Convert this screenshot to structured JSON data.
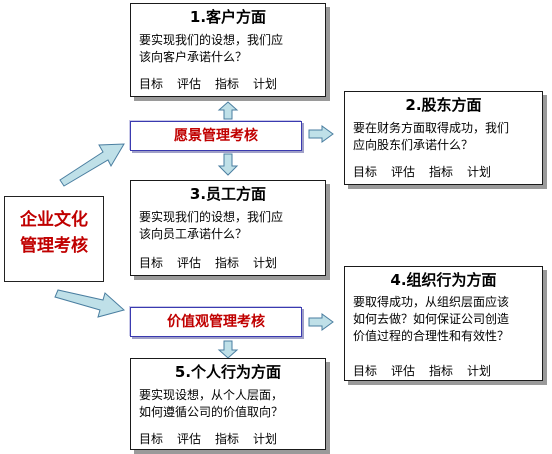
{
  "culture_box": {
    "line1": "企业文化",
    "line2": "管理考核"
  },
  "vision_box": {
    "label": "愿景管理考核"
  },
  "values_box": {
    "label": "价值观管理考核"
  },
  "cards": [
    {
      "title": "1.客户方面",
      "question": "要实现我们的设想，我们应\n该向客户承诺什么？",
      "items": [
        "目标",
        "评估",
        "指标",
        "计划"
      ]
    },
    {
      "title": "2.股东方面",
      "question": "要在财务方面取得成功，我们\n应向股东们承诺什么？",
      "items": [
        "目标",
        "评估",
        "指标",
        "计划"
      ]
    },
    {
      "title": "3.员工方面",
      "question": "要实现我们的设想，我们应\n该向员工承诺什么？",
      "items": [
        "目标",
        "评估",
        "指标",
        "计划"
      ]
    },
    {
      "title": "4.组织行为方面",
      "question": "要取得成功，从组织层面应该\n如何去做？如何保证公司创造\n价值过程的合理性和有效性？",
      "items": [
        "目标",
        "评估",
        "指标",
        "计划"
      ]
    },
    {
      "title": "5.个人行为方面",
      "question": "要实现设想，从个人层面，\n如何遵循公司的价值取向？",
      "items": [
        "目标",
        "评估",
        "指标",
        "计划"
      ]
    }
  ],
  "colors": {
    "accent_red": "#c00000",
    "arrow_fill": "#bfe0e8",
    "arrow_stroke": "#4a7ea0",
    "mgmt_border": "#3a3ab0"
  }
}
